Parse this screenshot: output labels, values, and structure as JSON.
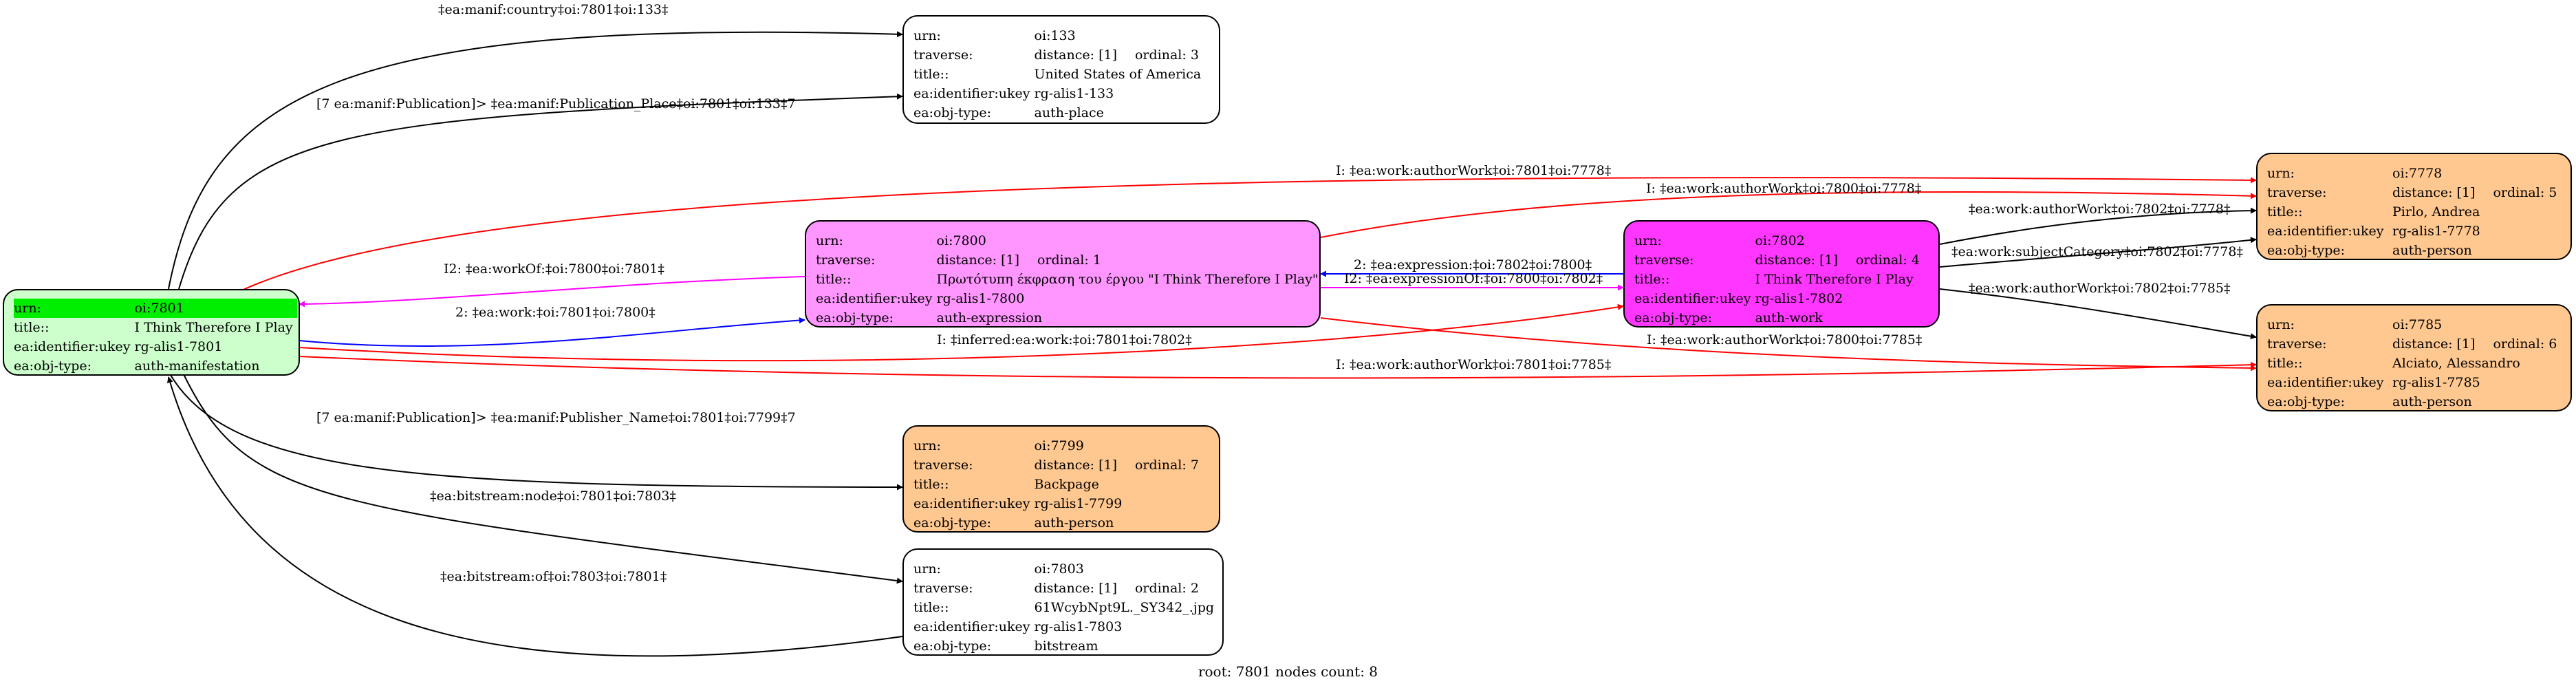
{
  "nodes": {
    "n7801": {
      "rows": [
        {
          "k": "urn:",
          "v": "oi:7801"
        },
        {
          "k": "title::",
          "v": "I Think Therefore I Play"
        },
        {
          "k": "ea:identifier:ukey",
          "v": "rg-alis1-7801"
        },
        {
          "k": "ea:obj-type:",
          "v": "auth-manifestation"
        }
      ],
      "fill": "#ccffcc",
      "highlight": "#00ee00"
    },
    "n133": {
      "rows": [
        {
          "k": "urn:",
          "v": "oi:133"
        },
        {
          "k": "traverse:",
          "v": "distance: [1]",
          "o": "ordinal: 3"
        },
        {
          "k": "title::",
          "v": "United States of America"
        },
        {
          "k": "ea:identifier:ukey",
          "v": "rg-alis1-133"
        },
        {
          "k": "ea:obj-type:",
          "v": "auth-place"
        }
      ],
      "fill": "#ffffff"
    },
    "n7800": {
      "rows": [
        {
          "k": "urn:",
          "v": "oi:7800"
        },
        {
          "k": "traverse:",
          "v": "distance: [1]",
          "o": "ordinal: 1"
        },
        {
          "k": "title::",
          "v": "Πρωτότυπη έκφραση του έργου \"I Think Therefore I Play\""
        },
        {
          "k": "ea:identifier:ukey",
          "v": "rg-alis1-7800"
        },
        {
          "k": "ea:obj-type:",
          "v": "auth-expression"
        }
      ],
      "fill": "#ff95ff"
    },
    "n7802": {
      "rows": [
        {
          "k": "urn:",
          "v": "oi:7802"
        },
        {
          "k": "traverse:",
          "v": "distance: [1]",
          "o": "ordinal: 4"
        },
        {
          "k": "title::",
          "v": "I Think Therefore I Play"
        },
        {
          "k": "ea:identifier:ukey",
          "v": "rg-alis1-7802"
        },
        {
          "k": "ea:obj-type:",
          "v": "auth-work"
        }
      ],
      "fill": "#ff36ff"
    },
    "n7778": {
      "rows": [
        {
          "k": "urn:",
          "v": "oi:7778"
        },
        {
          "k": "traverse:",
          "v": "distance: [1]",
          "o": "ordinal: 5"
        },
        {
          "k": "title::",
          "v": "Pirlo, Andrea"
        },
        {
          "k": "ea:identifier:ukey",
          "v": "rg-alis1-7778"
        },
        {
          "k": "ea:obj-type:",
          "v": "auth-person"
        }
      ],
      "fill": "#ffc890"
    },
    "n7785": {
      "rows": [
        {
          "k": "urn:",
          "v": "oi:7785"
        },
        {
          "k": "traverse:",
          "v": "distance: [1]",
          "o": "ordinal: 6"
        },
        {
          "k": "title::",
          "v": "Alciato, Alessandro"
        },
        {
          "k": "ea:identifier:ukey",
          "v": "rg-alis1-7785"
        },
        {
          "k": "ea:obj-type:",
          "v": "auth-person"
        }
      ],
      "fill": "#ffc890"
    },
    "n7799": {
      "rows": [
        {
          "k": "urn:",
          "v": "oi:7799"
        },
        {
          "k": "traverse:",
          "v": "distance: [1]",
          "o": "ordinal: 7"
        },
        {
          "k": "title::",
          "v": "Backpage"
        },
        {
          "k": "ea:identifier:ukey",
          "v": "rg-alis1-7799"
        },
        {
          "k": "ea:obj-type:",
          "v": "auth-person"
        }
      ],
      "fill": "#ffc890"
    },
    "n7803": {
      "rows": [
        {
          "k": "urn:",
          "v": "oi:7803"
        },
        {
          "k": "traverse:",
          "v": "distance: [1]",
          "o": "ordinal: 2"
        },
        {
          "k": "title::",
          "v": "61WcybNpt9L._SY342_.jpg"
        },
        {
          "k": "ea:identifier:ukey",
          "v": "rg-alis1-7803"
        },
        {
          "k": "ea:obj-type:",
          "v": "bitstream"
        }
      ],
      "fill": "#ffffff"
    }
  },
  "edges": {
    "country": "‡ea:manif:country‡oi:7801‡oi:133‡",
    "pubplace": "[7 ea:manif:Publication]> ‡ea:manif:Publication_Place‡oi:7801‡oi:133‡7",
    "auth7801_7778": "I: ‡ea:work:authorWork‡oi:7801‡oi:7778‡",
    "auth7800_7778": "I: ‡ea:work:authorWork‡oi:7800‡oi:7778‡",
    "auth7802_7778": "‡ea:work:authorWork‡oi:7802‡oi:7778‡",
    "subj7802_7778": "‡ea:work:subjectCategory‡oi:7802‡oi:7778‡",
    "auth7802_7785": "‡ea:work:authorWork‡oi:7802‡oi:7785‡",
    "workof": "I2: ‡ea:workOf:‡oi:7800‡oi:7801‡",
    "work": "2: ‡ea:work:‡oi:7801‡oi:7800‡",
    "expression": "2: ‡ea:expression:‡oi:7802‡oi:7800‡",
    "expressionof": "I2: ‡ea:expressionOf:‡oi:7800‡oi:7802‡",
    "inferred": "I: ‡inferred:ea:work:‡oi:7801‡oi:7802‡",
    "auth7800_7785": "I: ‡ea:work:authorWork‡oi:7800‡oi:7785‡",
    "auth7801_7785": "I: ‡ea:work:authorWork‡oi:7801‡oi:7785‡",
    "publisher": "[7 ea:manif:Publication]> ‡ea:manif:Publisher_Name‡oi:7801‡oi:7799‡7",
    "bsnode": "‡ea:bitstream:node‡oi:7801‡oi:7803‡",
    "bsof": "‡ea:bitstream:of‡oi:7803‡oi:7801‡"
  },
  "colors": {
    "black": "#000000",
    "red": "#ff0000",
    "blue": "#0000ff",
    "magenta": "#ff00ff"
  },
  "footer": "root: 7801 nodes count: 8"
}
